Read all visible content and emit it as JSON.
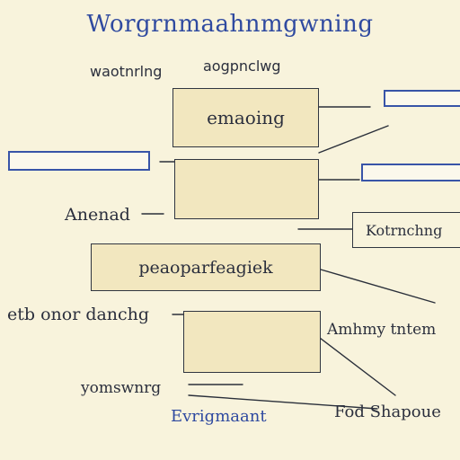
{
  "title": "Worgrnmaahnmgwning",
  "labels": {
    "top_left": "waotnrlng",
    "top_right": "aogpnclwg",
    "box1": "emaoing",
    "left_mid": "Anenad",
    "tag_right": "Kotrnchng",
    "box3": "peaoparfeagiek",
    "left_low": "etb onor danchg",
    "right_low": "Amhmy tntem",
    "bottom_left": "yomswnrg",
    "bottom_blue": "Evrigmaant",
    "bottom_right": "Fod Shapoue"
  },
  "colors": {
    "background": "#f8f3dc",
    "box_fill": "#f2e7bf",
    "accent_blue": "#3854a8",
    "title_blue": "#2f4aa0"
  }
}
